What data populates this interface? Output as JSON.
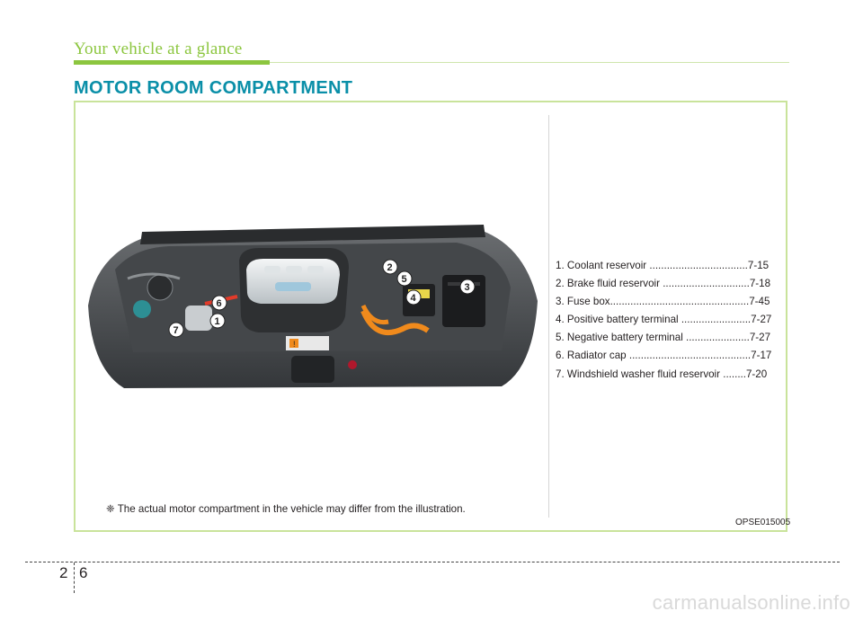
{
  "header": {
    "chapter_title": "Your vehicle at a glance"
  },
  "section": {
    "title": "MOTOR ROOM COMPARTMENT"
  },
  "figure": {
    "callouts": [
      "1",
      "2",
      "3",
      "4",
      "5",
      "6",
      "7"
    ],
    "label_plate": "!"
  },
  "legend": {
    "items": [
      "1. Coolant reservoir ..................................7-15",
      "2. Brake fluid reservoir ..............................7-18",
      "3. Fuse box................................................7-45",
      "4. Positive battery terminal ........................7-27",
      "5. Negative battery terminal ......................7-27",
      "6. Radiator cap ..........................................7-17",
      "7. Windshield washer fluid reservoir  ........7-20"
    ]
  },
  "footnote": "❈ The actual motor compartment in the vehicle may differ from the illustration.",
  "photo_code": "OPSE015005",
  "page": {
    "chapter": "2",
    "number": "6"
  },
  "watermark": "carmanualsonline.info",
  "colors": {
    "accent_green": "#8cc63f",
    "title_teal": "#0a8fa8",
    "panel_border": "#c9e39b",
    "cable_orange": "#f08a1c"
  }
}
